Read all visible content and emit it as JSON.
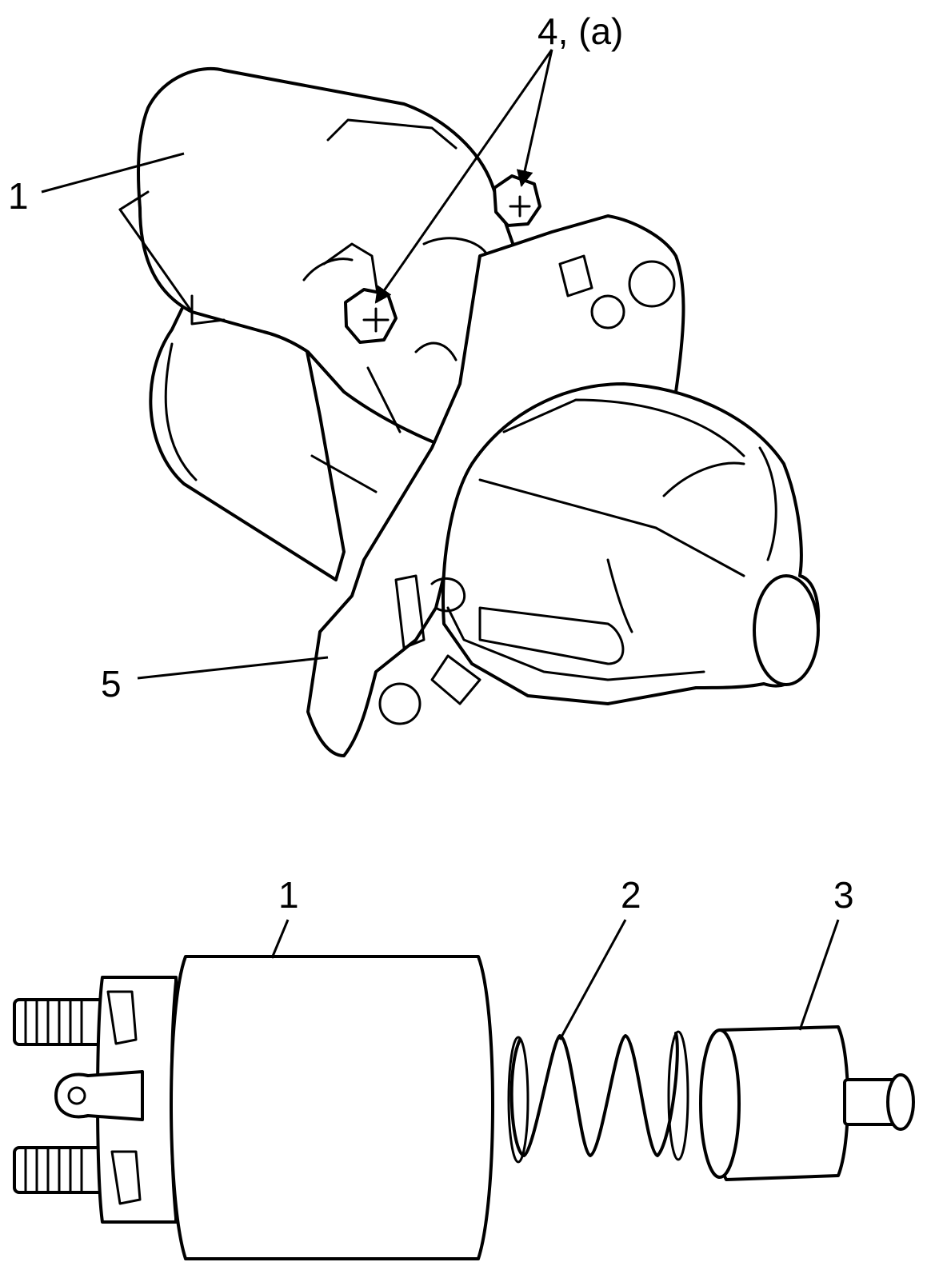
{
  "callouts": {
    "top_solenoid": "1",
    "bolts": "4, (a)",
    "starter_housing": "5",
    "solenoid": "1",
    "spring": "2",
    "plunger": "3"
  }
}
